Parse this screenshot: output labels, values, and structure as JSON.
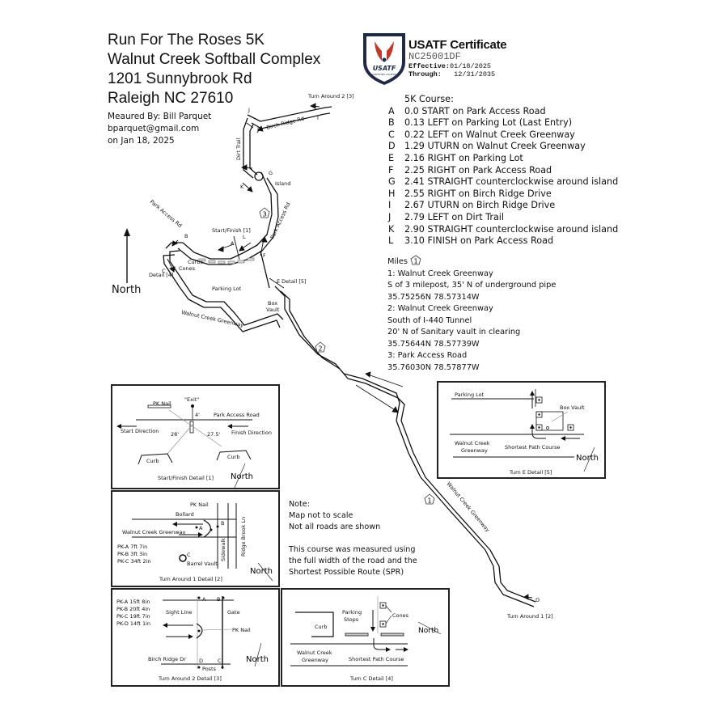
{
  "header": {
    "title_lines": [
      "Run For The Roses 5K",
      "Walnut Creek Softball Complex",
      "1201 Sunnybrook Rd",
      "Raleigh NC 27610"
    ],
    "measured_by": "Meaured By: Bill Parquet",
    "email": "bparquet@gmail.com",
    "date": "on Jan 18, 2025"
  },
  "certificate": {
    "logo_text": "USATF",
    "logo_subtext": "CERTIFIED COURSE",
    "title": "USATF Certificate",
    "code": "NC25001DF",
    "effective_label": "Effective:",
    "effective_date": "01/18/2025",
    "through_label": "Through:",
    "through_date": "12/31/2035",
    "colors": {
      "shield_navy": "#1f2a4a",
      "wings_red": "#c0392b"
    }
  },
  "course": {
    "heading": "5K Course:",
    "legs": [
      {
        "letter": "A",
        "text": "0.0 START on Park Access Road"
      },
      {
        "letter": "B",
        "text": "0.13 LEFT on Parking Lot (Last Entry)"
      },
      {
        "letter": "C",
        "text": "0.22 LEFT on Walnut Creek Greenway"
      },
      {
        "letter": "D",
        "text": "1.29 UTURN on Walnut Creek Greenway"
      },
      {
        "letter": "E",
        "text": "2.16 RIGHT on Parking Lot"
      },
      {
        "letter": "F",
        "text": "2.25 RIGHT on Park Access Road"
      },
      {
        "letter": "G",
        "text": "2.41 STRAIGHT counterclockwise around island"
      },
      {
        "letter": "H",
        "text": "2.55 RIGHT on Birch Ridge Drive"
      },
      {
        "letter": "I",
        "text": "2.67 UTURN on Birch Ridge Drive"
      },
      {
        "letter": "J",
        "text": "2.79 LEFT on Dirt Trail"
      },
      {
        "letter": "K",
        "text": "2.90 STRAIGHT counterclockwise around island"
      },
      {
        "letter": "L",
        "text": "3.10 FINISH on Park Access Road"
      }
    ]
  },
  "miles": {
    "heading": "Miles",
    "marker_symbol": "1",
    "lines": [
      "1: Walnut Creek Greenway",
      "S of 3 milepost, 35' N of underground pipe",
      "35.75256N 78.57314W",
      "2: Walnut Creek Greenway",
      "South of I-440 Tunnel",
      "20' N of Sanitary vault in clearing",
      "35.75644N 78.57739W",
      "3: Park Access Road",
      "35.76030N 78.57877W"
    ]
  },
  "note": {
    "lines": [
      "Note:",
      "Map  not to scale",
      "Not all roads are shown",
      "",
      "This course was measured using",
      "the full width of the road and the",
      "Shortest Possible Route (SPR)"
    ]
  },
  "map": {
    "north": "North",
    "turn_around_2": "Turn Around 2 [3]",
    "turn_around_1": "Turn Around 1 [2]",
    "birch_ridge": "Birch Ridge Rd",
    "dirt_trail": "Dirt Trail",
    "island": "Island",
    "park_access_rd_right": "Park Access Rd",
    "park_access_rd_left": "Park Access Rd",
    "start_finish": "Start/Finish [1]",
    "curbs": "Curbs",
    "cones": "Cones",
    "detail_4": "Detail [4]",
    "parking_lot": "Parking Lot",
    "e_detail": "E Detail [5]",
    "box_vault_1": "Box",
    "box_vault_2": "Vault",
    "walnut_creek_greenway": "Walnut Creek Greenway",
    "walnut_creek_greenway_2": "Walnut Creek Greenway",
    "mile_markers": [
      "1",
      "2",
      "3"
    ],
    "point_letters": {
      "A": "A",
      "B": "B",
      "C": "C",
      "D": "D",
      "F": "F",
      "G": "G",
      "H": "H",
      "I": "I",
      "J": "J",
      "K": "K",
      "L": "L"
    }
  },
  "detail_start_finish": {
    "pk_nail": "PK Nail",
    "exit": "\"Exit\"",
    "dist_4": "4'",
    "road": "Park Access Road",
    "start_dir": "Start Direction",
    "finish_dir": "Finish Direction",
    "dist_28": "28'",
    "dist_275": "27.5'",
    "curb_left": "Curb",
    "curb_right": "Curb",
    "caption": "Start/Finish Detail [1]",
    "north": "North"
  },
  "detail_turnaround1": {
    "pk_nail": "PK Nail",
    "bollard": "Bollard",
    "road": "Walnut Creek Greenway",
    "a": "A",
    "b": "B",
    "c": "C",
    "sidewalk": "Sidewalk",
    "ridge_brook": "Ridge Brook Ln",
    "pk_values": [
      "PK-A 7ft 7in",
      "PK-B 3ft 3in",
      "PK-C 34ft 2in"
    ],
    "barrel_vault": "Barrel Vault",
    "caption": "Turn Around 1 Detail [2]",
    "north": "North"
  },
  "detail_turnaround2": {
    "pk_values": [
      "PK-A 15ft 8in",
      "PK-B 20ft 4in",
      "PK-C 19ft 7in",
      "PK-D 14ft 1in"
    ],
    "sight_line": "Sight Line",
    "gate": "Gate",
    "pk_nail": "PK Nail",
    "road": "Birch Ridge Dr",
    "a": "A",
    "b": "B",
    "c": "C",
    "d": "D",
    "posts": "Posts",
    "caption": "Turn Around 2 Detail [3]",
    "north": "North"
  },
  "detail_turn_c": {
    "parking_stops_1": "Parking",
    "parking_stops_2": "Stops",
    "cones": "Cones",
    "curb": "Curb",
    "north": "North",
    "greenway_1": "Walnut Creek",
    "greenway_2": "Greenway",
    "spc": "Shortest Path Course",
    "caption": "Turn C Detail [4]"
  },
  "detail_turn_e": {
    "parking_lot": "Parking Lot",
    "box_vault": "Box Vault",
    "greenway_1": "Walnut Creek",
    "greenway_2": "Greenway",
    "spc": "Shortest Path Course",
    "north": "North",
    "caption": "Turn E Detail [5]"
  }
}
